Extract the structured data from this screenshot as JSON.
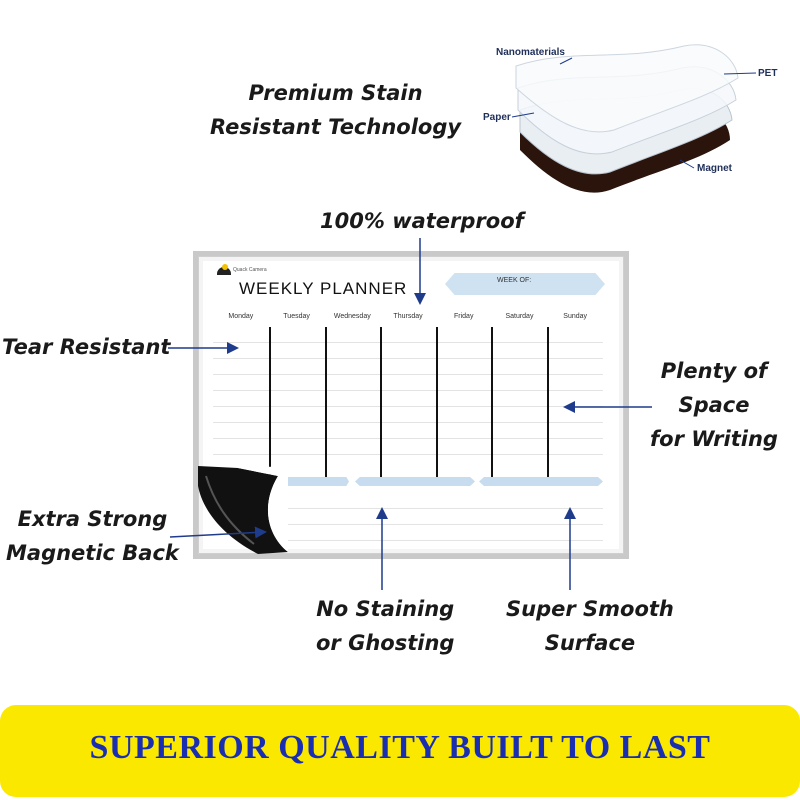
{
  "callouts": {
    "premium_line1": "Premium Stain",
    "premium_line2": "Resistant Technology",
    "waterproof": "100% waterproof",
    "tear": "Tear Resistant",
    "space_line1": "Plenty of",
    "space_line2": "Space",
    "space_line3": "for Writing",
    "magnetic_line1": "Extra Strong",
    "magnetic_line2": "Magnetic Back",
    "staining_line1": "No Staining",
    "staining_line2": "or Ghosting",
    "smooth_line1": "Super Smooth",
    "smooth_line2": "Surface"
  },
  "layers": {
    "nanomaterials": "Nanomaterials",
    "pet": "PET",
    "paper": "Paper",
    "magnet": "Magnet"
  },
  "planner": {
    "brand": "Quack Camera",
    "title": "WEEKLY PLANNER",
    "week_of": "WEEK OF:",
    "days": [
      "Monday",
      "Tuesday",
      "Wednesday",
      "Thursday",
      "Friday",
      "Saturday",
      "Sunday"
    ]
  },
  "banner": {
    "text": "SUPERIOR QUALITY BUILT TO LAST"
  },
  "colors": {
    "banner_bg": "#fbe800",
    "banner_text": "#1a2fb0",
    "arrow": "#1f3c8c",
    "accent_blue": "#c7dcee"
  }
}
